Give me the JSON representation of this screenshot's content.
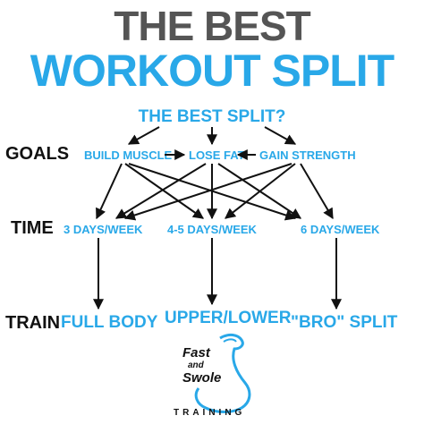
{
  "title": {
    "line1": "THE BEST",
    "line2": "WORKOUT SPLIT"
  },
  "question": "THE BEST SPLIT?",
  "rows": {
    "goals": "GOALS",
    "time": "TIME",
    "train": "TRAIN"
  },
  "goals": [
    "BUILD MUSCLE",
    "LOSE FAT",
    "GAIN STRENGTH"
  ],
  "times": [
    "3 DAYS/WEEK",
    "4-5 DAYS/WEEK",
    "6 DAYS/WEEK"
  ],
  "splits": [
    "FULL BODY",
    "UPPER/LOWER",
    "\"BRO\" SPLIT"
  ],
  "logo": {
    "line1": "Fast",
    "line2": "and",
    "line3": "Swole",
    "line4": "TRAINING"
  },
  "colors": {
    "accent": "#29a8e8",
    "title_gray": "#555555",
    "text": "#111111"
  }
}
